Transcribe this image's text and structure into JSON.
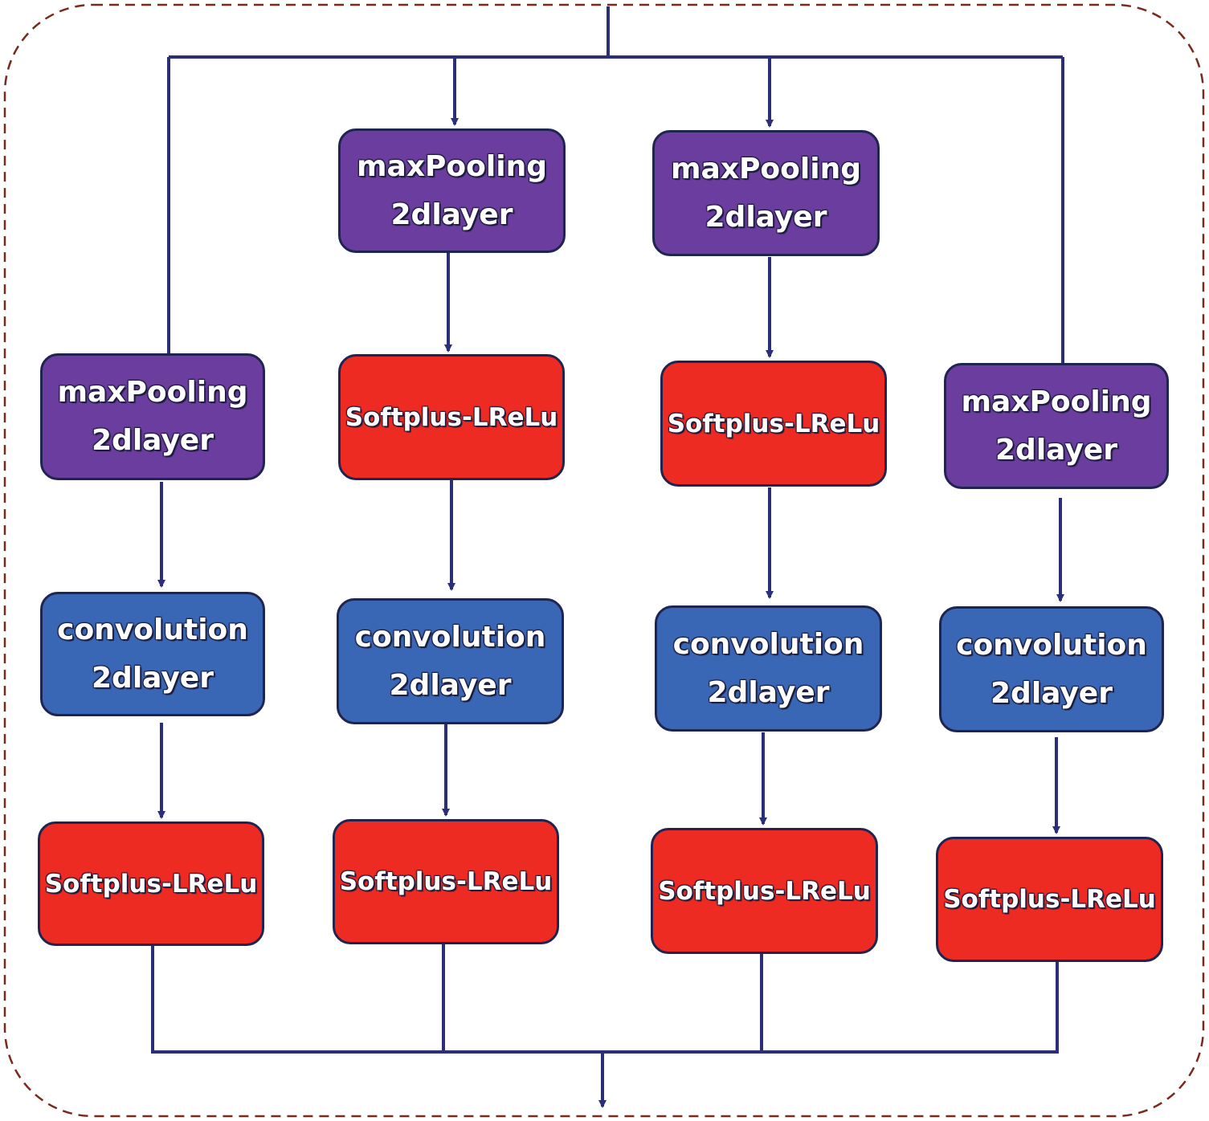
{
  "colors": {
    "maxpool": "#6a3d9e",
    "convolution": "#3a67b5",
    "activation": "#ee2b22",
    "edge": "#2b2f7a",
    "frame": "#7a2a1c"
  },
  "nodes": {
    "maxpool_b1": "maxPooling\n2dlayer",
    "conv_b1": "convolution\n2dlayer",
    "act_b1": "Softplus-LReLu",
    "maxpool_b2": "maxPooling\n2dlayer",
    "act1_b2": "Softplus-LReLu",
    "conv_b2": "convolution\n2dlayer",
    "act2_b2": "Softplus-LReLu",
    "maxpool_b3": "maxPooling\n2dlayer",
    "act1_b3": "Softplus-LReLu",
    "conv_b3": "convolution\n2dlayer",
    "act2_b3": "Softplus-LReLu",
    "maxpool_b4": "maxPooling\n2dlayer",
    "conv_b4": "convolution\n2dlayer",
    "act_b4": "Softplus-LReLu"
  }
}
